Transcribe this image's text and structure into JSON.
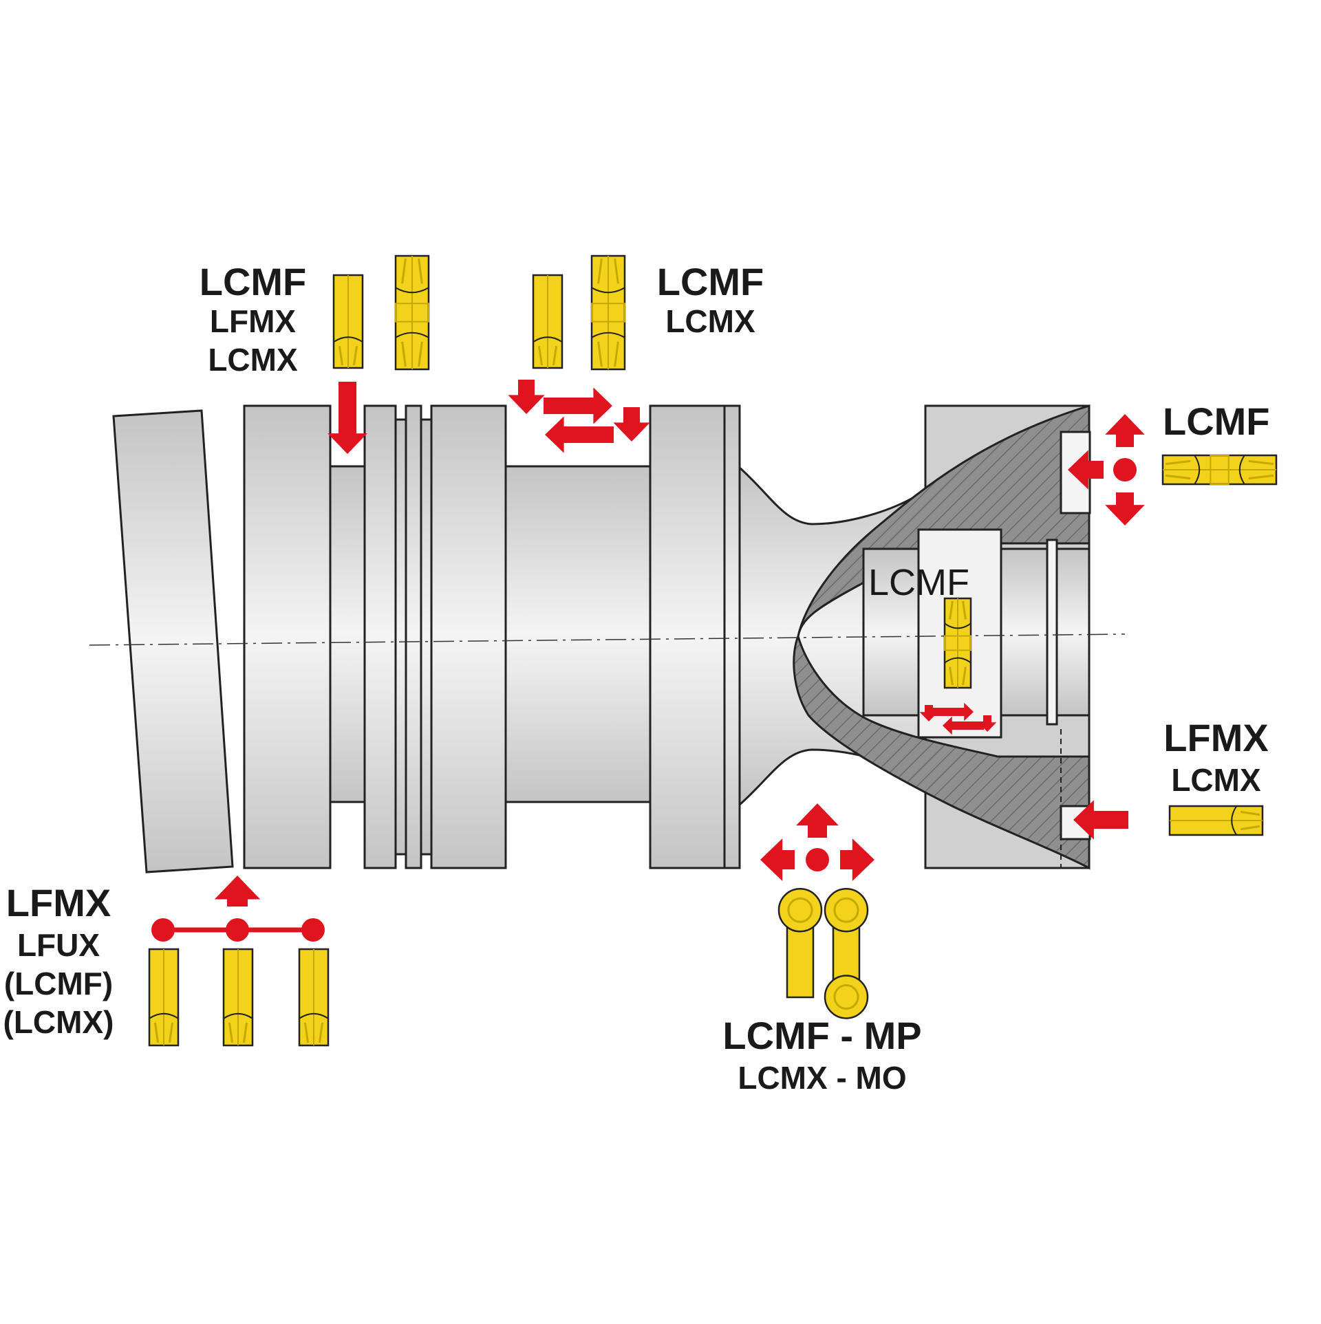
{
  "colors": {
    "part_gray": "#d6d6d6",
    "part_light": "#f0f0f0",
    "hatch_gray": "#8c8c8c",
    "arrow_red": "#e0141e",
    "insert_yellow": "#f2d21a",
    "insert_dark": "#c8a800",
    "outline": "#222222"
  },
  "labels": {
    "top_left": [
      "LCMF",
      "LFMX",
      "LCMX"
    ],
    "top_middle": [
      "LCMF",
      "LCMX"
    ],
    "right_top": [
      "LCMF"
    ],
    "inner_bore": [
      "LCMF"
    ],
    "right_bottom": [
      "LFMX",
      "LCMX"
    ],
    "bottom_left": [
      "LFMX",
      "LFUX",
      "(LCMF)",
      "(LCMX)"
    ],
    "bottom_middle": [
      "LCMF - MP",
      "LCMX - MO"
    ]
  },
  "icons": {
    "arrow": "red-arrow-icon",
    "dot": "red-dot-icon",
    "insert": "grooving-insert-icon"
  }
}
